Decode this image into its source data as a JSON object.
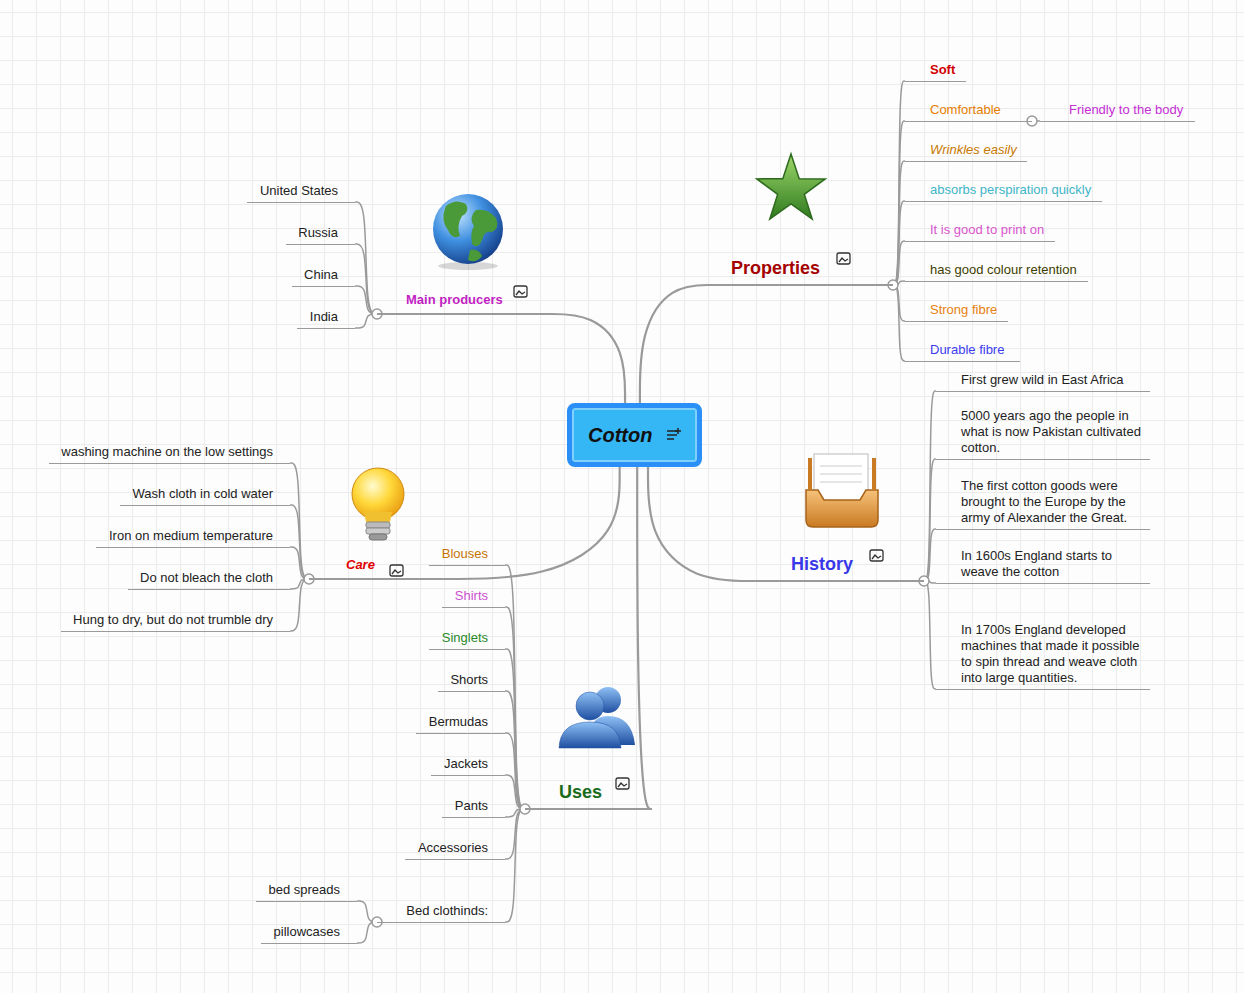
{
  "diagram": {
    "nodes": [
      {
        "text": [
          "Cotton"
        ]
      },
      {
        "text": [
          "Main producers"
        ]
      },
      {
        "text": [
          "United States"
        ]
      },
      {
        "text": [
          "Russia"
        ]
      },
      {
        "text": [
          "China"
        ]
      },
      {
        "text": [
          "India"
        ]
      },
      {
        "text": [
          "Properties"
        ]
      },
      {
        "text": [
          "Soft"
        ]
      },
      {
        "text": [
          "Comfortable"
        ]
      },
      {
        "text": [
          "Friendly to the body"
        ]
      },
      {
        "text": [
          "Wrinkles easily"
        ]
      },
      {
        "text": [
          "absorbs perspiration quickly"
        ]
      },
      {
        "text": [
          "It is good to print on"
        ]
      },
      {
        "text": [
          "has good colour retention"
        ]
      },
      {
        "text": [
          "Strong fibre"
        ]
      },
      {
        "text": [
          "Durable fibre"
        ]
      },
      {
        "text": [
          "Care"
        ]
      },
      {
        "text": [
          "washing machine on the low settings"
        ]
      },
      {
        "text": [
          "Wash cloth in cold water"
        ]
      },
      {
        "text": [
          "Iron on medium temperature"
        ]
      },
      {
        "text": [
          "Do not bleach the cloth"
        ]
      },
      {
        "text": [
          "Hung to dry, but do not trumble dry"
        ]
      },
      {
        "text": [
          "History"
        ]
      },
      {
        "text": [
          "First grew wild in East Africa"
        ]
      },
      {
        "text": [
          "5000 years ago the people in what is now Pakistan cultivated cotton."
        ]
      },
      {
        "text": [
          "The first cotton goods were brought to the Europe by the army of Alexander the Great."
        ]
      },
      {
        "text": [
          "In 1600s England starts to weave the cotton"
        ]
      },
      {
        "text": [
          "In 1700s England developed machines that made it possible to spin thread and weave cloth into large quantities."
        ]
      },
      {
        "text": [
          "Uses"
        ]
      },
      {
        "text": [
          "Blouses"
        ]
      },
      {
        "text": [
          "Shirts"
        ]
      },
      {
        "text": [
          "Singlets"
        ]
      },
      {
        "text": [
          "Shorts"
        ]
      },
      {
        "text": [
          "Bermudas"
        ]
      },
      {
        "text": [
          "Jackets"
        ]
      },
      {
        "text": [
          "Pants"
        ]
      },
      {
        "text": [
          "Accessories"
        ]
      },
      {
        "text": [
          "Bed clothinds:"
        ]
      },
      {
        "text": [
          "bed spreads"
        ]
      },
      {
        "text": [
          "pillowcases"
        ]
      }
    ],
    "edges": [
      {
        "from": 0,
        "to": 1,
        "arrow": "none"
      },
      {
        "from": 1,
        "to": 2,
        "arrow": "none"
      },
      {
        "from": 1,
        "to": 3,
        "arrow": "none"
      },
      {
        "from": 1,
        "to": 4,
        "arrow": "none"
      },
      {
        "from": 1,
        "to": 5,
        "arrow": "none"
      },
      {
        "from": 0,
        "to": 6,
        "arrow": "none"
      },
      {
        "from": 6,
        "to": 7,
        "arrow": "none"
      },
      {
        "from": 6,
        "to": 8,
        "arrow": "none"
      },
      {
        "from": 8,
        "to": 9,
        "arrow": "none"
      },
      {
        "from": 6,
        "to": 10,
        "arrow": "none"
      },
      {
        "from": 6,
        "to": 11,
        "arrow": "none"
      },
      {
        "from": 6,
        "to": 12,
        "arrow": "none"
      },
      {
        "from": 6,
        "to": 13,
        "arrow": "none"
      },
      {
        "from": 6,
        "to": 14,
        "arrow": "none"
      },
      {
        "from": 6,
        "to": 15,
        "arrow": "none"
      },
      {
        "from": 0,
        "to": 16,
        "arrow": "none"
      },
      {
        "from": 16,
        "to": 17,
        "arrow": "none"
      },
      {
        "from": 16,
        "to": 18,
        "arrow": "none"
      },
      {
        "from": 16,
        "to": 19,
        "arrow": "none"
      },
      {
        "from": 16,
        "to": 20,
        "arrow": "none"
      },
      {
        "from": 16,
        "to": 21,
        "arrow": "none"
      },
      {
        "from": 0,
        "to": 22,
        "arrow": "none"
      },
      {
        "from": 22,
        "to": 23,
        "arrow": "none"
      },
      {
        "from": 22,
        "to": 24,
        "arrow": "none"
      },
      {
        "from": 22,
        "to": 25,
        "arrow": "none"
      },
      {
        "from": 22,
        "to": 26,
        "arrow": "none"
      },
      {
        "from": 22,
        "to": 27,
        "arrow": "none"
      },
      {
        "from": 0,
        "to": 28,
        "arrow": "none"
      },
      {
        "from": 28,
        "to": 29,
        "arrow": "none"
      },
      {
        "from": 28,
        "to": 30,
        "arrow": "none"
      },
      {
        "from": 28,
        "to": 31,
        "arrow": "none"
      },
      {
        "from": 28,
        "to": 32,
        "arrow": "none"
      },
      {
        "from": 28,
        "to": 33,
        "arrow": "none"
      },
      {
        "from": 28,
        "to": 34,
        "arrow": "none"
      },
      {
        "from": 28,
        "to": 35,
        "arrow": "none"
      },
      {
        "from": 28,
        "to": 36,
        "arrow": "none"
      },
      {
        "from": 28,
        "to": 37,
        "arrow": "none"
      },
      {
        "from": 37,
        "to": 38,
        "arrow": "none"
      },
      {
        "from": 37,
        "to": 39,
        "arrow": "none"
      }
    ]
  }
}
